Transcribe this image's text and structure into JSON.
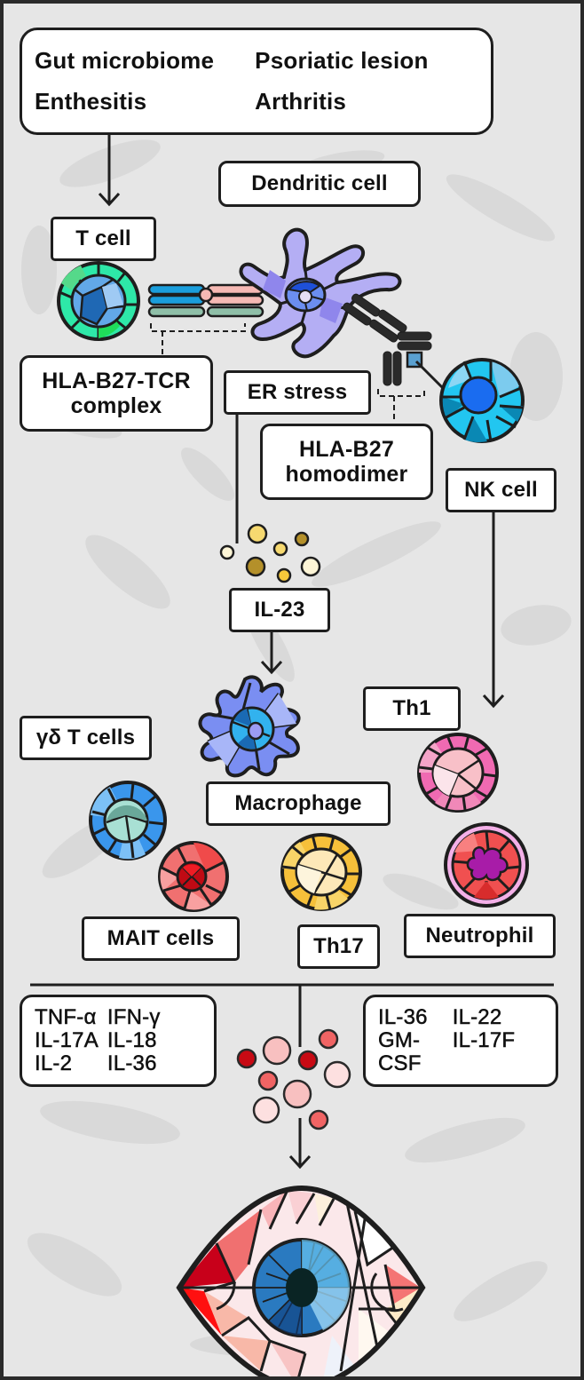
{
  "diagram": {
    "title": "HLA-B27 associated immune pathway leading to uveitis",
    "colors": {
      "background": "#e6e6e6",
      "outline": "#1e1e1e",
      "label_fill": "#ffffff"
    },
    "triggers": {
      "items": [
        "Gut microbiome",
        "Psoriatic lesion",
        "Enthesitis",
        "Arthritis"
      ]
    },
    "labels": {
      "t_cell": "T cell",
      "dendritic_cell": "Dendritic cell",
      "hla_tcr_line1": "HLA-B27-TCR",
      "hla_tcr_line2": "complex",
      "er_stress": "ER stress",
      "hla_homodimer_line1": "HLA-B27",
      "hla_homodimer_line2": "homodimer",
      "nk_cell": "NK cell",
      "il23": "IL-23",
      "th1": "Th1",
      "gd_t_cells": "γδ T cells",
      "macrophage": "Macrophage",
      "mait_cells": "MAIT cells",
      "th17": "Th17",
      "neutrophil": "Neutrophil"
    },
    "cytokines_left": [
      "TNF-α",
      "IFN-γ",
      "IL-17A",
      "IL-18",
      "IL-2",
      "IL-36"
    ],
    "cytokines_right": [
      "IL-36",
      "IL-22",
      "GM-",
      "IL-17F",
      "CSF",
      ""
    ],
    "icons": {
      "t_cell": "t-cell-icon",
      "dendritic_cell": "dendritic-cell-icon",
      "nk_cell": "nk-cell-icon",
      "macrophage": "macrophage-icon",
      "th1": "th1-cell-icon",
      "gd_t_cell": "gamma-delta-t-cell-icon",
      "mait_cell": "mait-cell-icon",
      "th17": "th17-cell-icon",
      "neutrophil": "neutrophil-icon",
      "eye": "inflamed-eye-icon"
    }
  }
}
